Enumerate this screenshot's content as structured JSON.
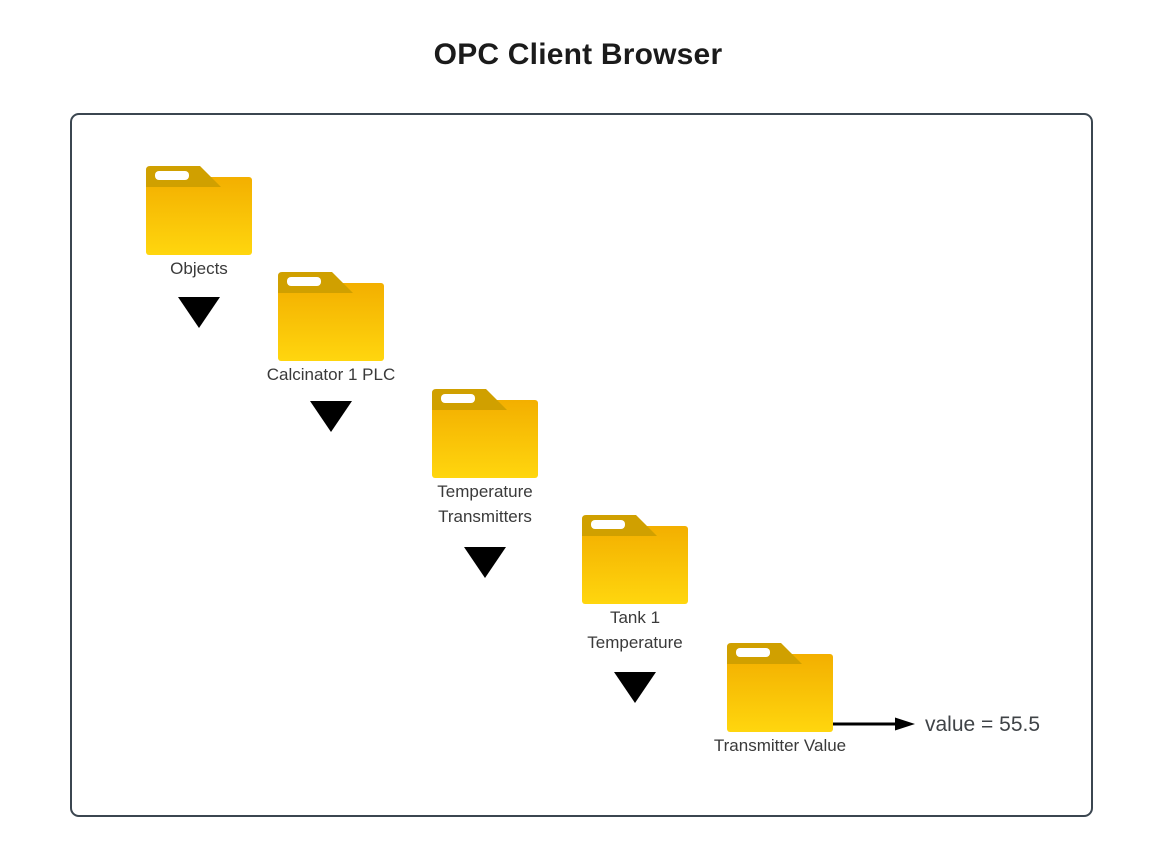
{
  "title": "OPC Client Browser",
  "tree": {
    "nodes": [
      {
        "id": "objects",
        "label_lines": [
          "Objects"
        ]
      },
      {
        "id": "calcinator-1-plc",
        "label_lines": [
          "Calcinator 1 PLC"
        ]
      },
      {
        "id": "temperature-transmitters",
        "label_lines": [
          "Temperature",
          "Transmitters"
        ]
      },
      {
        "id": "tank-1-temperature",
        "label_lines": [
          "Tank 1",
          "Temperature"
        ]
      },
      {
        "id": "transmitter-value",
        "label_lines": [
          "Transmitter Value"
        ]
      }
    ],
    "leaf_value": "value = 55.5"
  },
  "icons": {
    "folder": "folder-icon",
    "expand": "expand-arrow-icon",
    "value_arrow": "arrow-right-icon"
  },
  "colors": {
    "frame_border": "#3b4650",
    "folder_tab": "#d0a000",
    "folder_body_top": "#f3af00",
    "folder_body_bottom": "#ffd60e",
    "folder_slot": "#ffffff",
    "expand_triangle": "#000000",
    "arrow": "#000000",
    "title_text": "#1b1b1b",
    "label_text": "#3a3a3a",
    "value_text": "#3f4347",
    "background": "#ffffff"
  }
}
